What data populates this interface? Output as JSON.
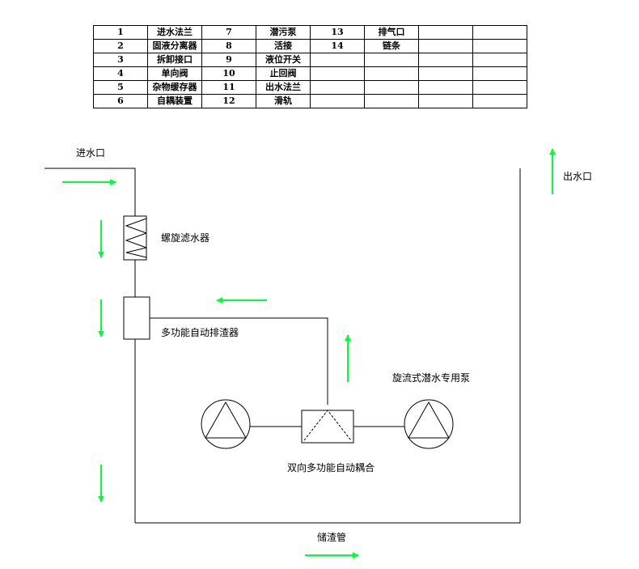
{
  "legend": {
    "rows": [
      [
        {
          "n": "1",
          "label": "进水法兰"
        },
        {
          "n": "7",
          "label": "潜污泵"
        },
        {
          "n": "13",
          "label": "排气口"
        },
        {
          "n": "",
          "label": ""
        }
      ],
      [
        {
          "n": "2",
          "label": "固液分离器"
        },
        {
          "n": "8",
          "label": "活接"
        },
        {
          "n": "14",
          "label": "链条"
        },
        {
          "n": "",
          "label": ""
        }
      ],
      [
        {
          "n": "3",
          "label": "拆卸接口"
        },
        {
          "n": "9",
          "label": "液位开关"
        },
        {
          "n": "",
          "label": ""
        },
        {
          "n": "",
          "label": ""
        }
      ],
      [
        {
          "n": "4",
          "label": "单向阀"
        },
        {
          "n": "10",
          "label": "止回阀"
        },
        {
          "n": "",
          "label": ""
        },
        {
          "n": "",
          "label": ""
        }
      ],
      [
        {
          "n": "5",
          "label": "杂物缓存器"
        },
        {
          "n": "11",
          "label": "出水法兰"
        },
        {
          "n": "",
          "label": ""
        },
        {
          "n": "",
          "label": ""
        }
      ],
      [
        {
          "n": "6",
          "label": "自耦装置"
        },
        {
          "n": "12",
          "label": "滑轨"
        },
        {
          "n": "",
          "label": ""
        },
        {
          "n": "",
          "label": ""
        }
      ]
    ]
  },
  "labels": {
    "inlet": "进水口",
    "outlet": "出水口",
    "spiral_filter": "螺旋滤水器",
    "auto_discharger": "多功能自动排渣器",
    "pump": "旋流式潜水专用泵",
    "coupling": "双向多功能自动耦合",
    "slag_pipe": "储渣管"
  },
  "colors": {
    "line": "#000000",
    "arrow": "#00ff33"
  }
}
